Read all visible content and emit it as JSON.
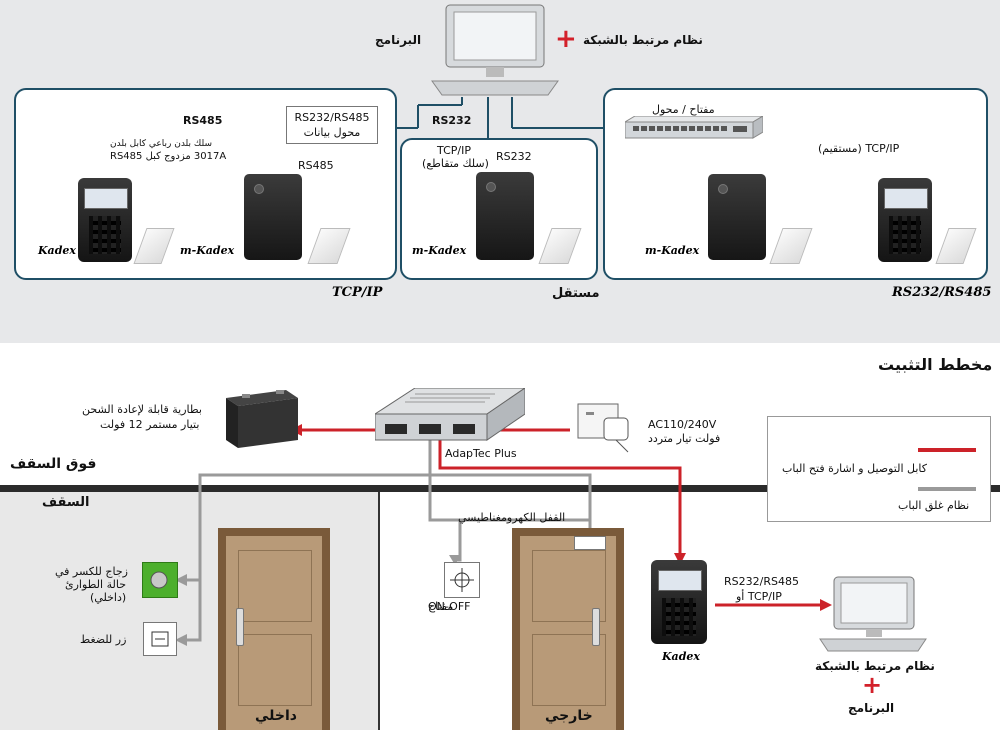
{
  "top": {
    "server_label": "البرنامج",
    "server_plus": "+",
    "network_label": "نظام مرتبط بالشبكة",
    "left_panel": {
      "title": "TCP/IP",
      "rs485_top": "RS485",
      "converter_label_1": "RS232/RS485",
      "converter_label_2": "محول بيانات",
      "rs485_right": "RS485",
      "cable_note_1": "سلك بلدن رباعي كابل بلدن",
      "cable_note_2": "3017A مزدوج كبل RS485",
      "terminal_brand": "Kadex",
      "reader_brand": "m-Kadex"
    },
    "rs232_label": "RS232",
    "middle_panel": {
      "title": "مستقل",
      "tcpip": "TCP/IP",
      "crossover": "(سلك متقاطع)",
      "rs232": "RS232",
      "reader_brand": "m-Kadex"
    },
    "right_panel": {
      "title": "RS232/RS485",
      "switch_label": "مفتاح / محول",
      "tcpip_straight": "TCP/IP (مستقيم)",
      "reader_brand": "m-Kadex"
    }
  },
  "bottom": {
    "title": "مخطط التثبيت",
    "battery_1": "بطارية قابلة لإعادة الشحن",
    "battery_2": "بتيار مستمر 12 فولت",
    "power_1": "AC110/240V",
    "power_2": "فولت تيار متردد",
    "controller": "AdapTec Plus",
    "above_ceiling": "فوق السقف",
    "ceiling": "السقف",
    "maglock": "القفل الكهرومغناطيسي",
    "onoff_1": "ON-OFF",
    "onoff_2": "مفتاح",
    "breakglass_1": "زجاج للكسر في",
    "breakglass_2": "حالة الطوارئ",
    "breakglass_3": "(داخلي)",
    "pushbutton": "زر للضغط",
    "inside": "داخلي",
    "outside": "خارجي",
    "terminal_brand": "Kadex",
    "link_1": "RS232/RS485",
    "link_2": "TCP/IP أو",
    "network_label": "نظام مرتبط بالشبكة",
    "plus": "+",
    "software": "البرنامج",
    "legend": {
      "item1": "كابل التوصيل و اشارة فتح الباب",
      "item2": "نظام غلق الباب",
      "color1": "#cc2229",
      "color2": "#9a9a9a"
    }
  }
}
